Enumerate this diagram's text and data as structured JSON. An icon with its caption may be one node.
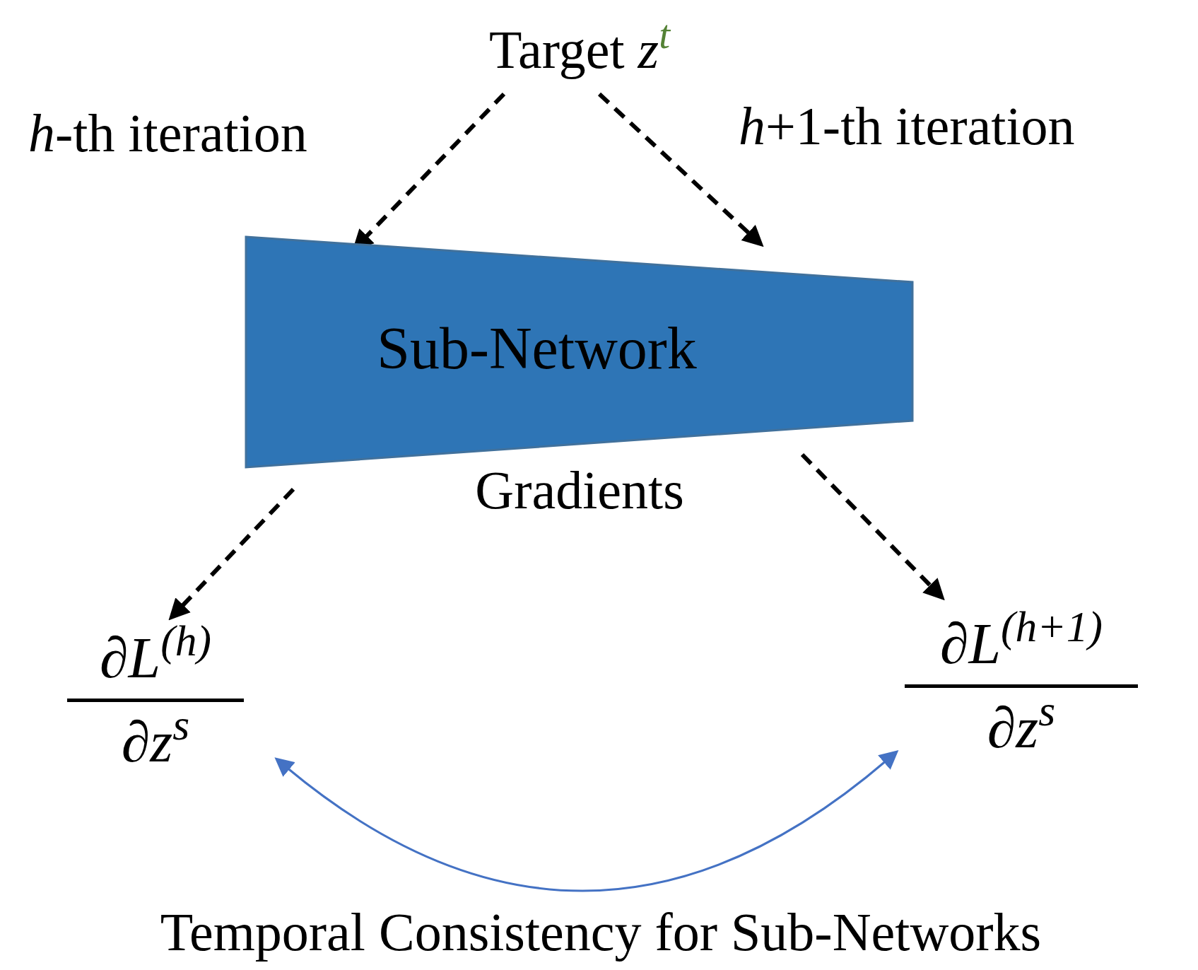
{
  "diagram": {
    "nodes": [
      {
        "text": [
          "Target *z*$^{t}$"
        ]
      },
      {
        "text": [
          "Sub-Network"
        ]
      },
      {
        "text": [
          "∂*L*$^{(h)}$",
          "∂*z*$^{s}$"
        ]
      },
      {
        "text": [
          "∂*L*$^{(h+1)}$",
          "∂*z*$^{s}$"
        ]
      }
    ],
    "edges": [
      {
        "from": 0,
        "to": 1,
        "arrow": "to",
        "style": "dashed",
        "label": "*h*-th iteration"
      },
      {
        "from": 0,
        "to": 1,
        "arrow": "to",
        "style": "dashed",
        "label": "*h*+1-th iteration"
      },
      {
        "from": 1,
        "to": 2,
        "arrow": "to",
        "style": "dashed"
      },
      {
        "from": 1,
        "to": 3,
        "arrow": "to",
        "style": "dashed"
      },
      {
        "from": 2,
        "to": 3,
        "arrow": "both",
        "color": "#4472c4"
      }
    ],
    "labels": [
      "Gradients",
      "Temporal Consistency for Sub-Networks"
    ]
  }
}
